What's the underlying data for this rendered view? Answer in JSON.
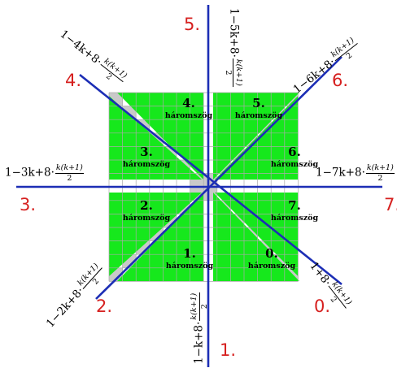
{
  "colors": {
    "axis": "#1c2eb5",
    "ray_number": "#d6201f",
    "triangle_fill": "#16e81c",
    "grey_cell": "#c9c9c9",
    "grid_line": "#aaaaaa"
  },
  "formula_fraction": {
    "numerator": "k(k+1)",
    "denominator": "2"
  },
  "rays": [
    {
      "number": "0.",
      "formula_prefix": "1+8·"
    },
    {
      "number": "1.",
      "formula_prefix": "1−k+8·"
    },
    {
      "number": "2.",
      "formula_prefix": "1−2k+8·"
    },
    {
      "number": "3.",
      "formula_prefix": "1−3k+8·"
    },
    {
      "number": "4.",
      "formula_prefix": "1−4k+8·"
    },
    {
      "number": "5.",
      "formula_prefix": "1−5k+8·"
    },
    {
      "number": "6.",
      "formula_prefix": "1−6k+8·"
    },
    {
      "number": "7.",
      "formula_prefix": "1−7k+8·"
    }
  ],
  "triangles": [
    {
      "number": "0.",
      "word": "háromszög"
    },
    {
      "number": "1.",
      "word": "háromszög"
    },
    {
      "number": "2.",
      "word": "háromszög"
    },
    {
      "number": "3.",
      "word": "háromszög"
    },
    {
      "number": "4.",
      "word": "háromszög"
    },
    {
      "number": "5.",
      "word": "háromszög"
    },
    {
      "number": "6.",
      "word": "háromszög"
    },
    {
      "number": "7.",
      "word": "háromszög"
    }
  ]
}
